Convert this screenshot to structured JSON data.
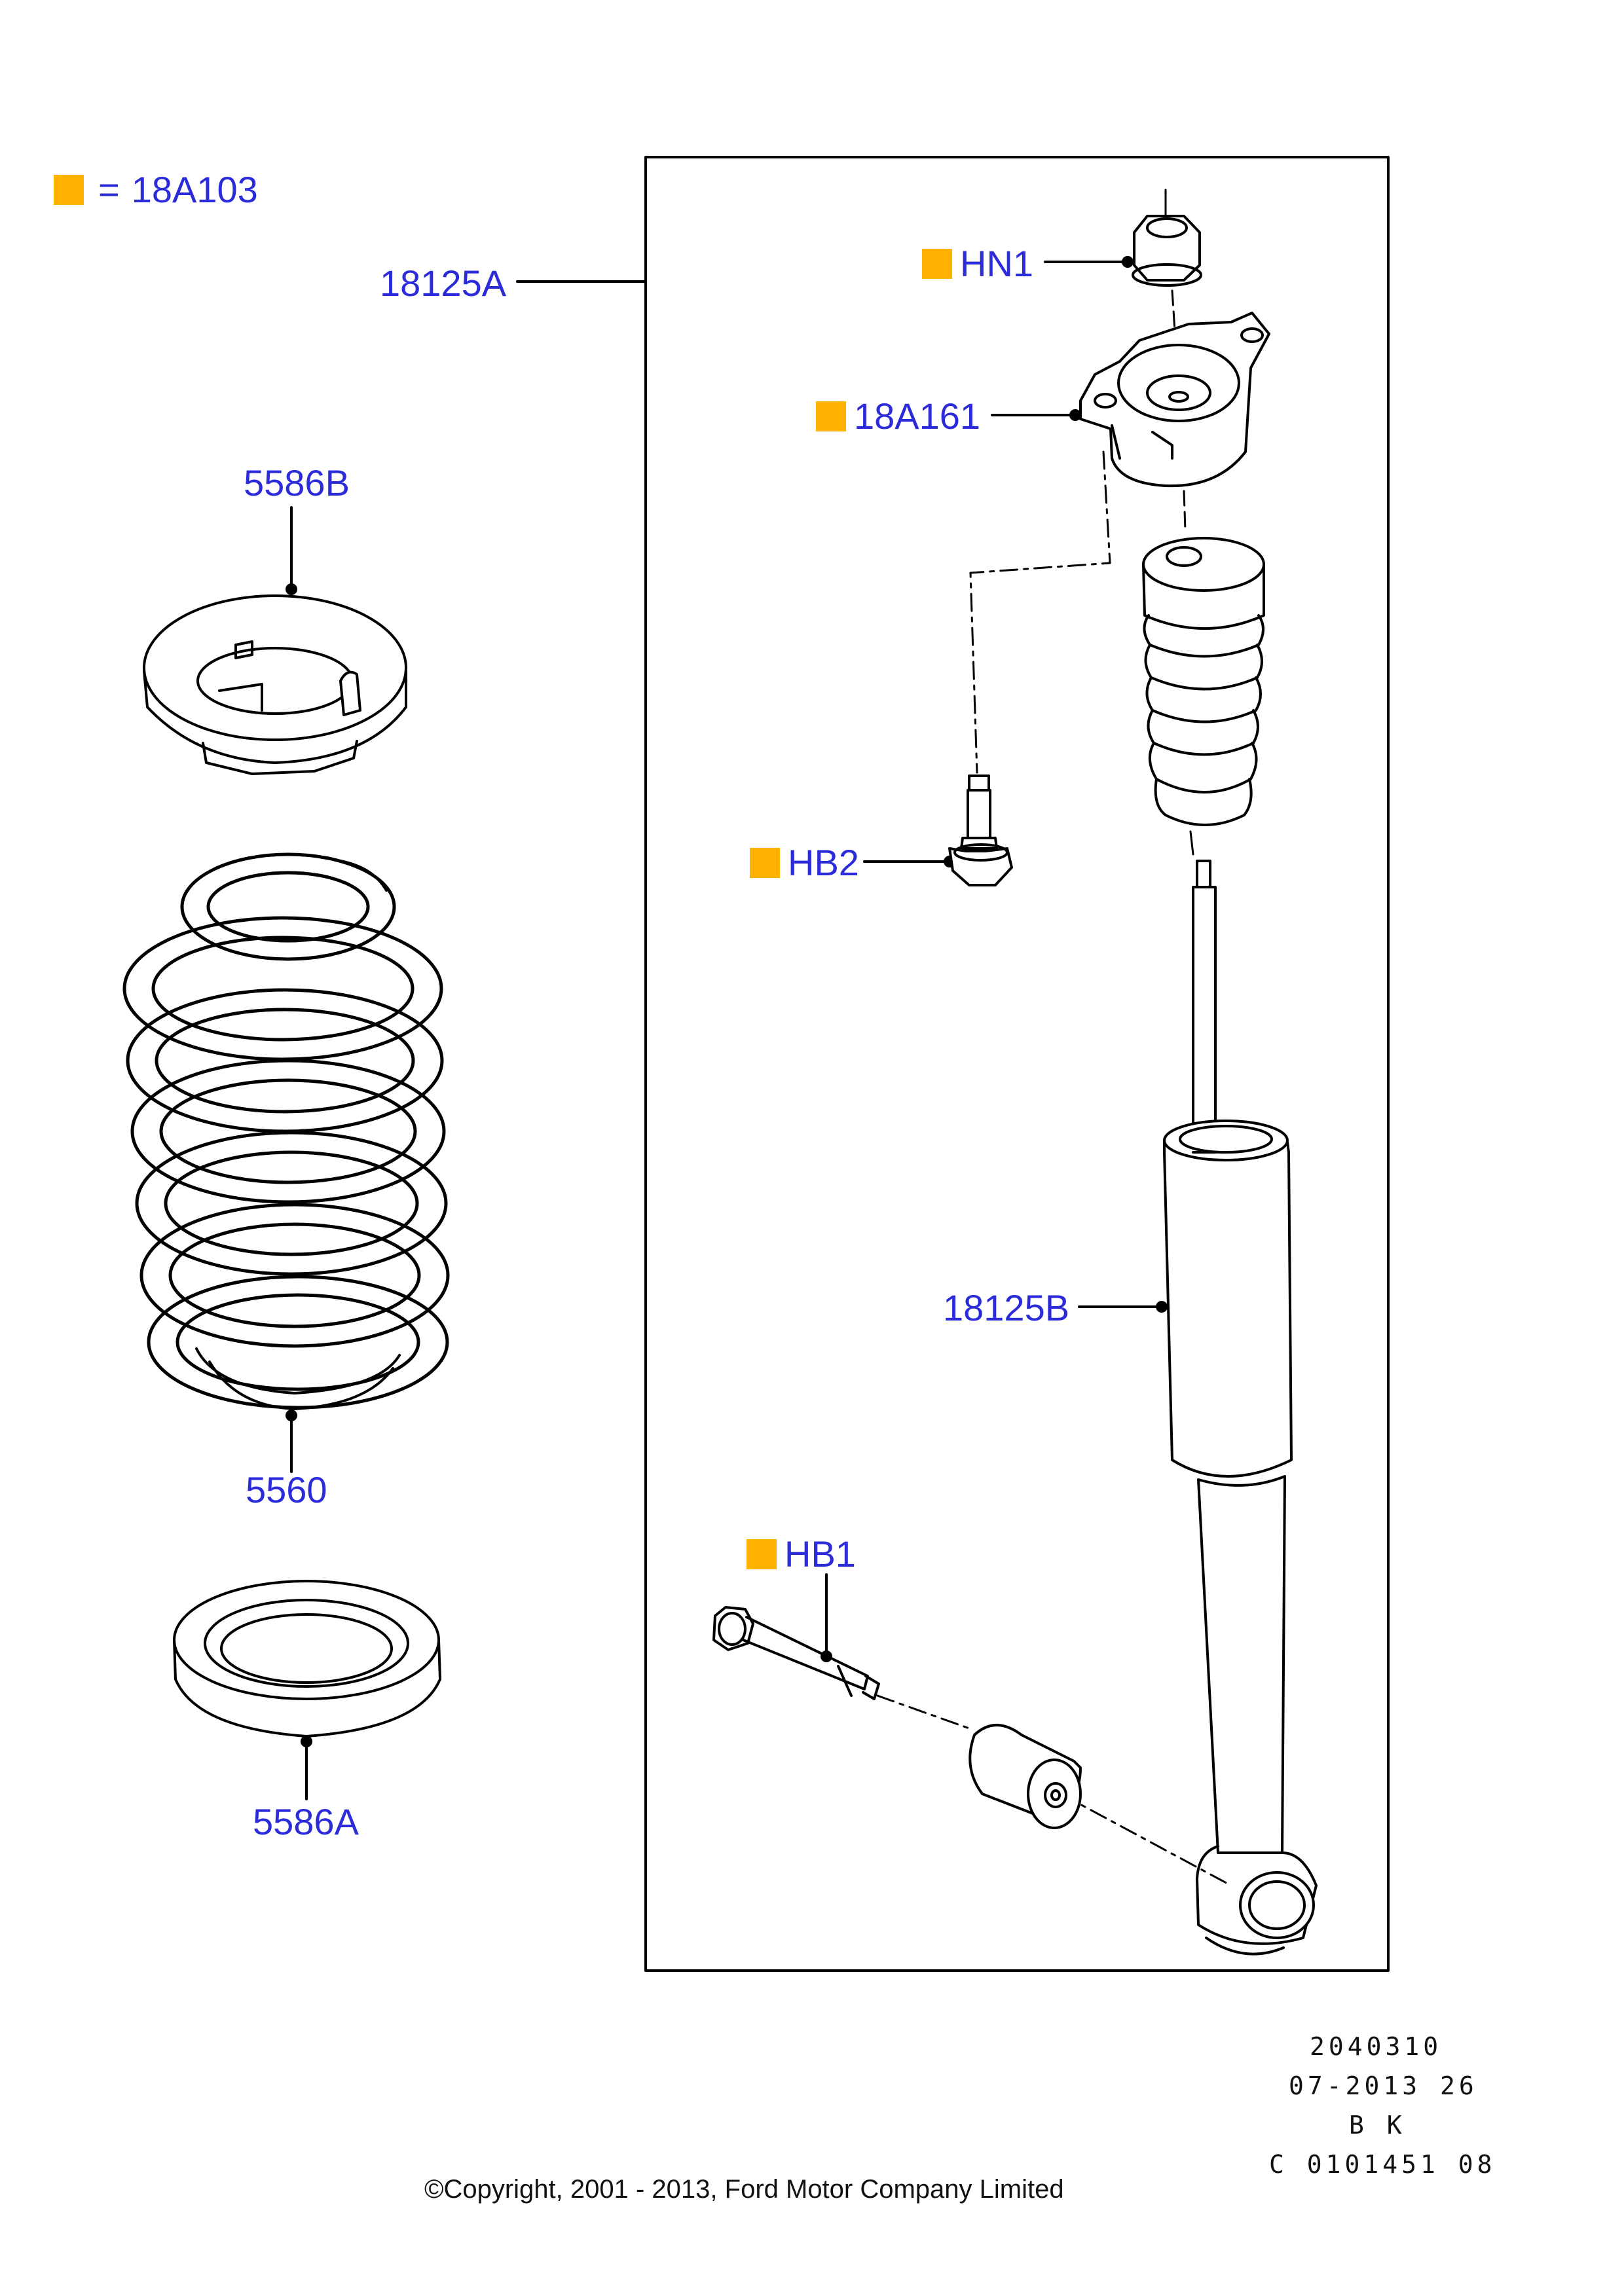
{
  "legend": {
    "code": "18A103",
    "equals": "="
  },
  "labels": {
    "assembly": "18125A",
    "nut": "HN1",
    "top_mount": "18A161",
    "bolt_upper": "HB2",
    "bump_stop": "",
    "shock": "18125B",
    "bolt_lower": "HB1",
    "spring_seat_upper": "5586B",
    "spring": "5560",
    "spring_seat_lower": "5586A"
  },
  "marked_items": [
    "HN1",
    "18A161",
    "HB2",
    "HB1"
  ],
  "colors": {
    "label": "#2b2bd9",
    "marker": "#ffb300",
    "line": "#000000"
  },
  "meta": {
    "line1": "2040310",
    "line2": "07-2013 26",
    "line3": "B K",
    "line4": "C 0101451 08"
  },
  "copyright": "©Copyright, 2001 - 2013, Ford Motor Company Limited"
}
